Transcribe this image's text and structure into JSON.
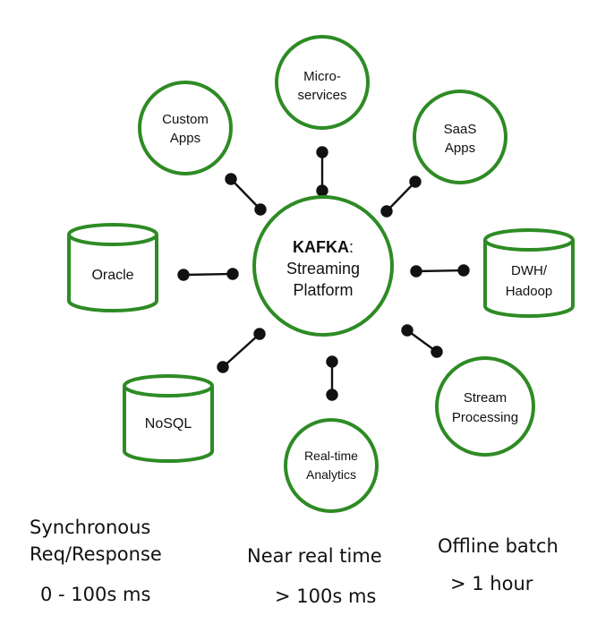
{
  "colors": {
    "stroke": "#2e8b24",
    "connector": "#111111",
    "text": "#111111"
  },
  "center": {
    "title": "KAFKA",
    "colon": ":",
    "line2": "Streaming",
    "line3": "Platform"
  },
  "nodes": {
    "custom_apps": {
      "line1": "Custom",
      "line2": "Apps"
    },
    "microservices": {
      "line1": "Micro-",
      "line2": "services"
    },
    "saas_apps": {
      "line1": "SaaS",
      "line2": "Apps"
    },
    "oracle": {
      "label": "Oracle"
    },
    "dwh_hadoop": {
      "line1": "DWH/",
      "line2": "Hadoop"
    },
    "nosql": {
      "label": "NoSQL"
    },
    "realtime_analytics": {
      "line1": "Real-time",
      "line2": "Analytics"
    },
    "stream_processing": {
      "line1": "Stream",
      "line2": "Processing"
    }
  },
  "footer": {
    "sync": {
      "line1": "Synchronous",
      "line2": "Req/Response",
      "latency": "0 - 100s ms"
    },
    "near": {
      "line1": "Near real time",
      "latency": "> 100s ms"
    },
    "offline": {
      "line1": "Offline batch",
      "latency": "> 1 hour"
    }
  }
}
